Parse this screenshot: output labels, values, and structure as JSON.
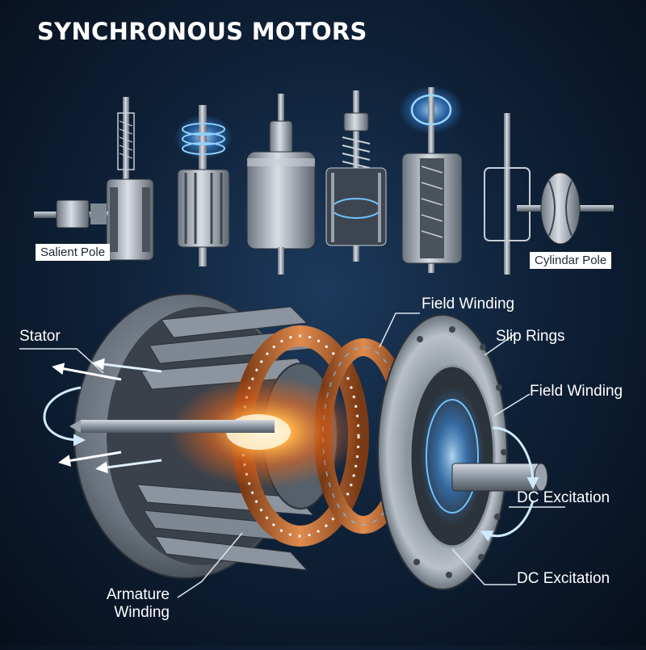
{
  "title": "SYNCHRONOUS MOTORS",
  "top_labels": {
    "left": "Salient Pole",
    "right": "Cylindar Pole"
  },
  "callouts": {
    "stator": "Stator",
    "field_winding_top": "Field Winding",
    "slip_rings": "Slip Rings",
    "field_winding_right": "Field Winding",
    "dc_excitation_1": "DC Excitation",
    "dc_excitation_2": "DC Excitation",
    "armature_line1": "Armature",
    "armature_line2": "Winding"
  },
  "colors": {
    "background": "#0f2239",
    "metal": "#a9b2bc",
    "copper": "#c2703a",
    "glow": "#ffb347",
    "electric": "#5fb8ff"
  }
}
